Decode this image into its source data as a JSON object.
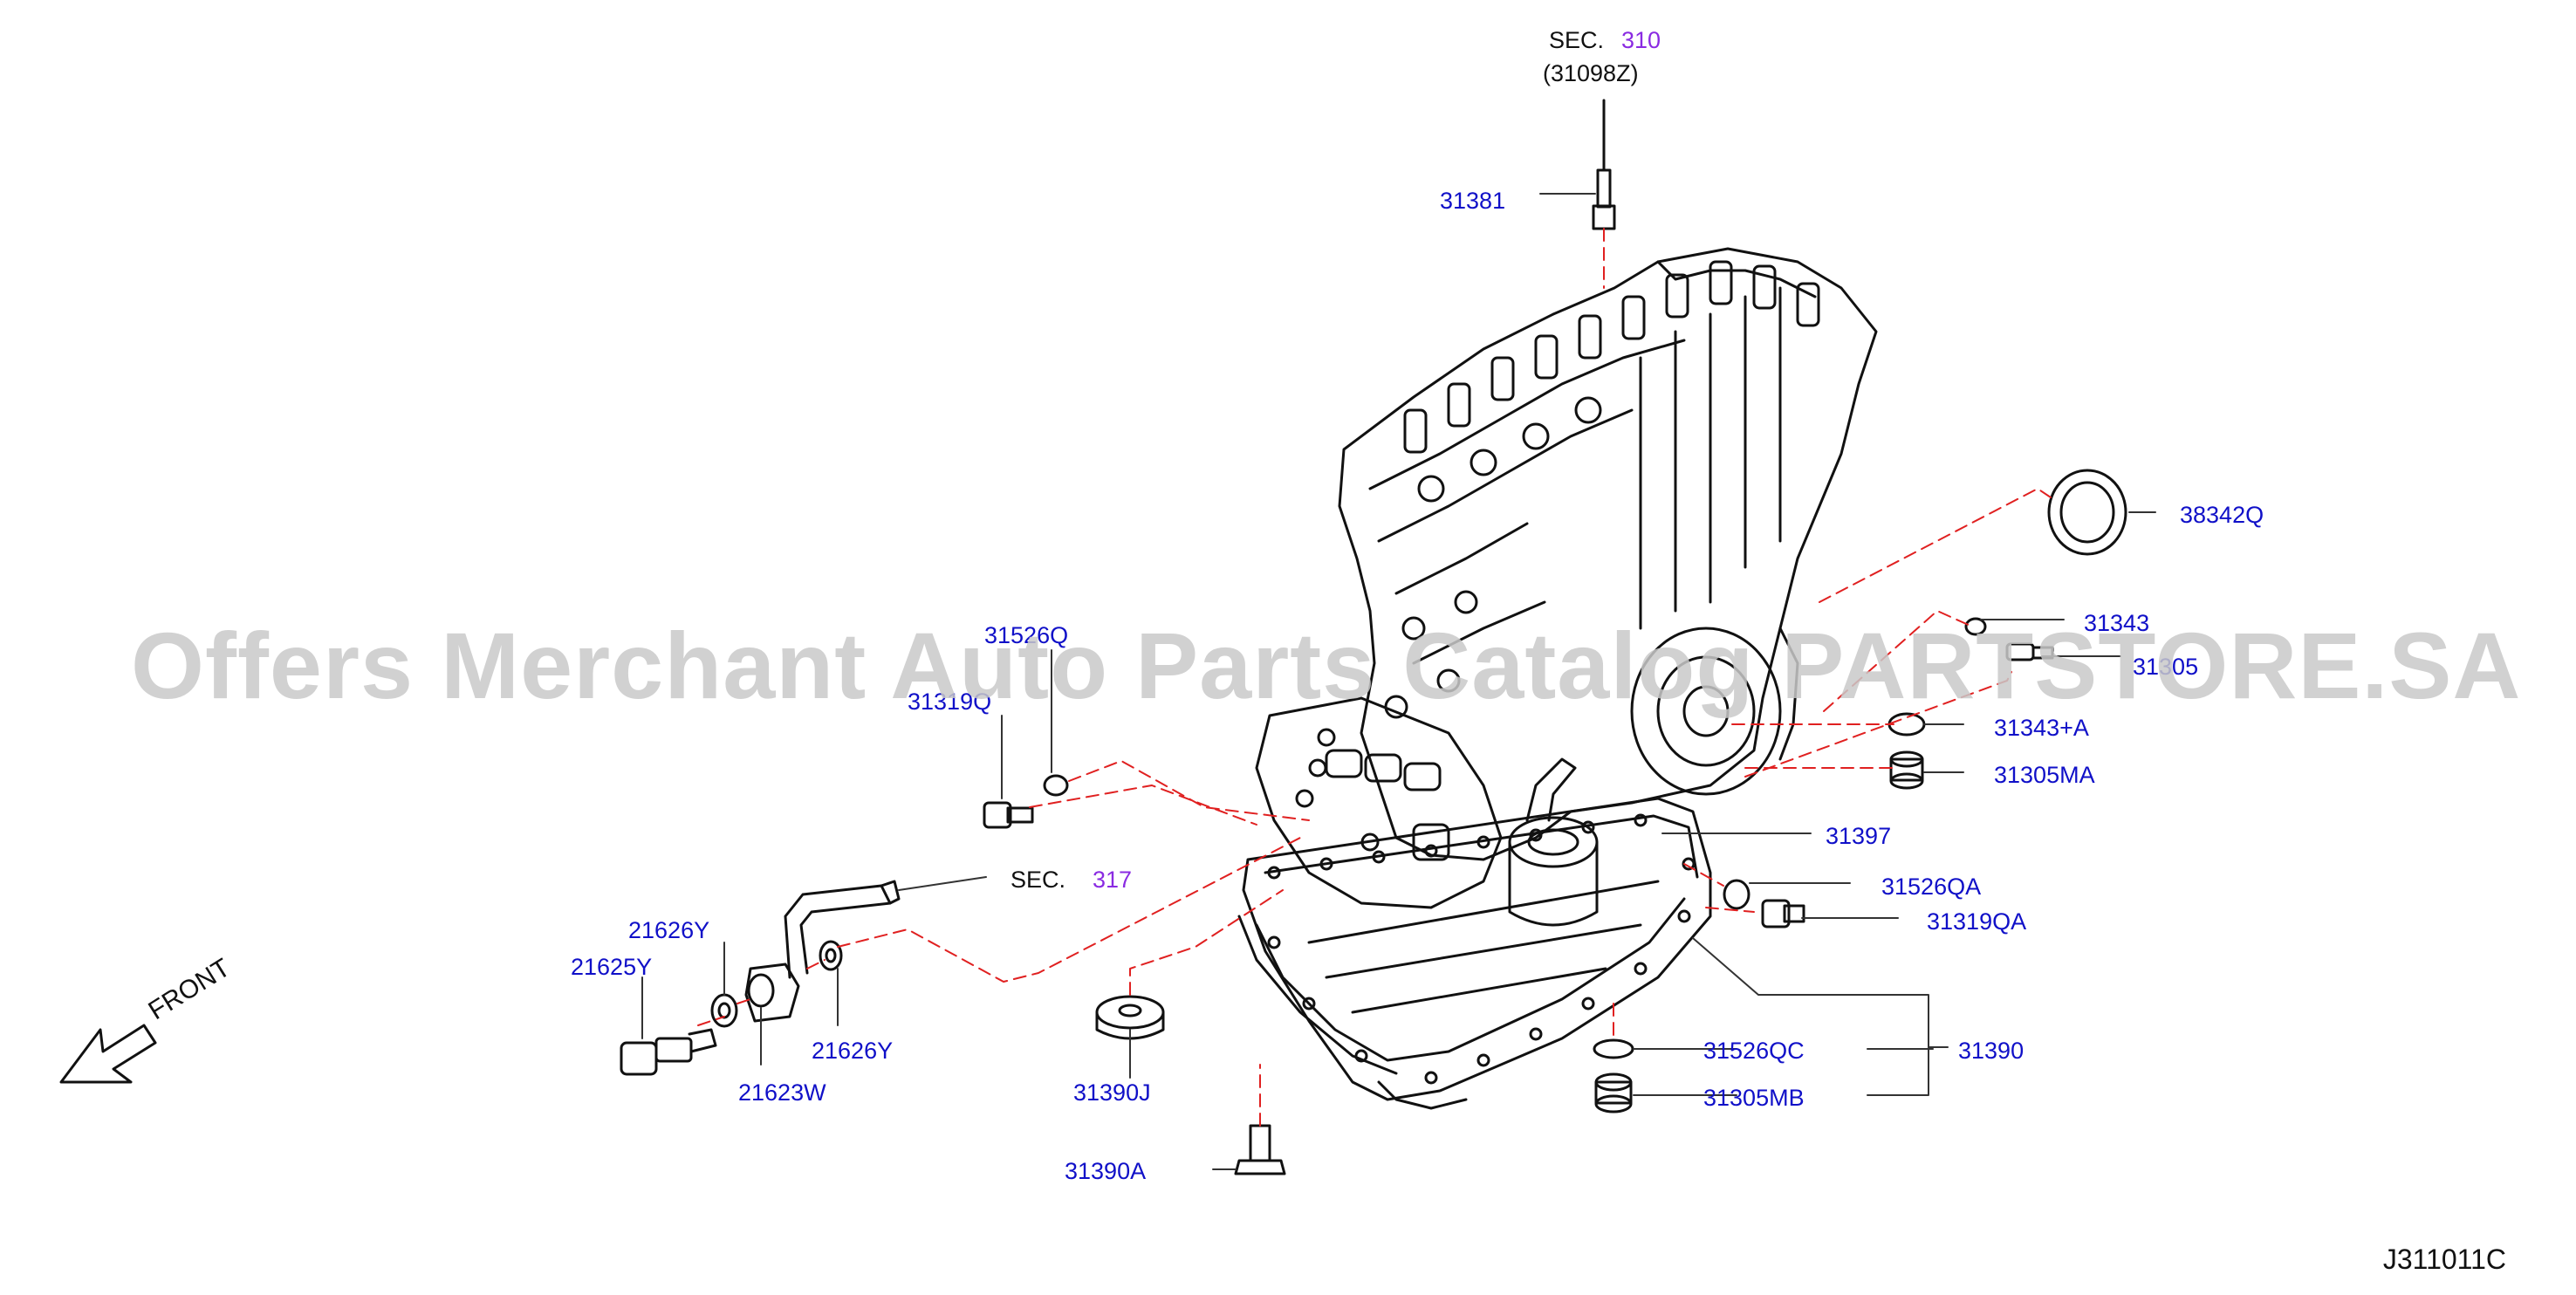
{
  "diagram_code": "J311011C",
  "watermark": "Offers Merchant Auto Parts Catalog PARTSTORE.SA",
  "front_label": "FRONT",
  "sections": [
    {
      "prefix": "SEC.",
      "number": "310",
      "sub": "(31098Z)"
    },
    {
      "prefix": "SEC.",
      "number": "317"
    }
  ],
  "labels": [
    {
      "id": "31381",
      "text": "31381"
    },
    {
      "id": "38342Q",
      "text": "38342Q"
    },
    {
      "id": "31343",
      "text": "31343"
    },
    {
      "id": "31305",
      "text": "31305"
    },
    {
      "id": "31343A",
      "text": "31343+A"
    },
    {
      "id": "31305MA",
      "text": "31305MA"
    },
    {
      "id": "31526Q",
      "text": "31526Q"
    },
    {
      "id": "31319Q",
      "text": "31319Q"
    },
    {
      "id": "31397",
      "text": "31397"
    },
    {
      "id": "31526QA",
      "text": "31526QA"
    },
    {
      "id": "31319QA",
      "text": "31319QA"
    },
    {
      "id": "21626Y_a",
      "text": "21626Y"
    },
    {
      "id": "21625Y",
      "text": "21625Y"
    },
    {
      "id": "21626Y_b",
      "text": "21626Y"
    },
    {
      "id": "21623W",
      "text": "21623W"
    },
    {
      "id": "31390J",
      "text": "31390J"
    },
    {
      "id": "31526QC",
      "text": "31526QC"
    },
    {
      "id": "31390",
      "text": "31390"
    },
    {
      "id": "31305MB",
      "text": "31305MB"
    },
    {
      "id": "31390A",
      "text": "31390A"
    }
  ],
  "colors": {
    "label": "#1010c8",
    "section_number": "#8a2be2",
    "leader_dashed": "#e02020",
    "line": "#111111",
    "watermark": "#c9c9c9"
  }
}
